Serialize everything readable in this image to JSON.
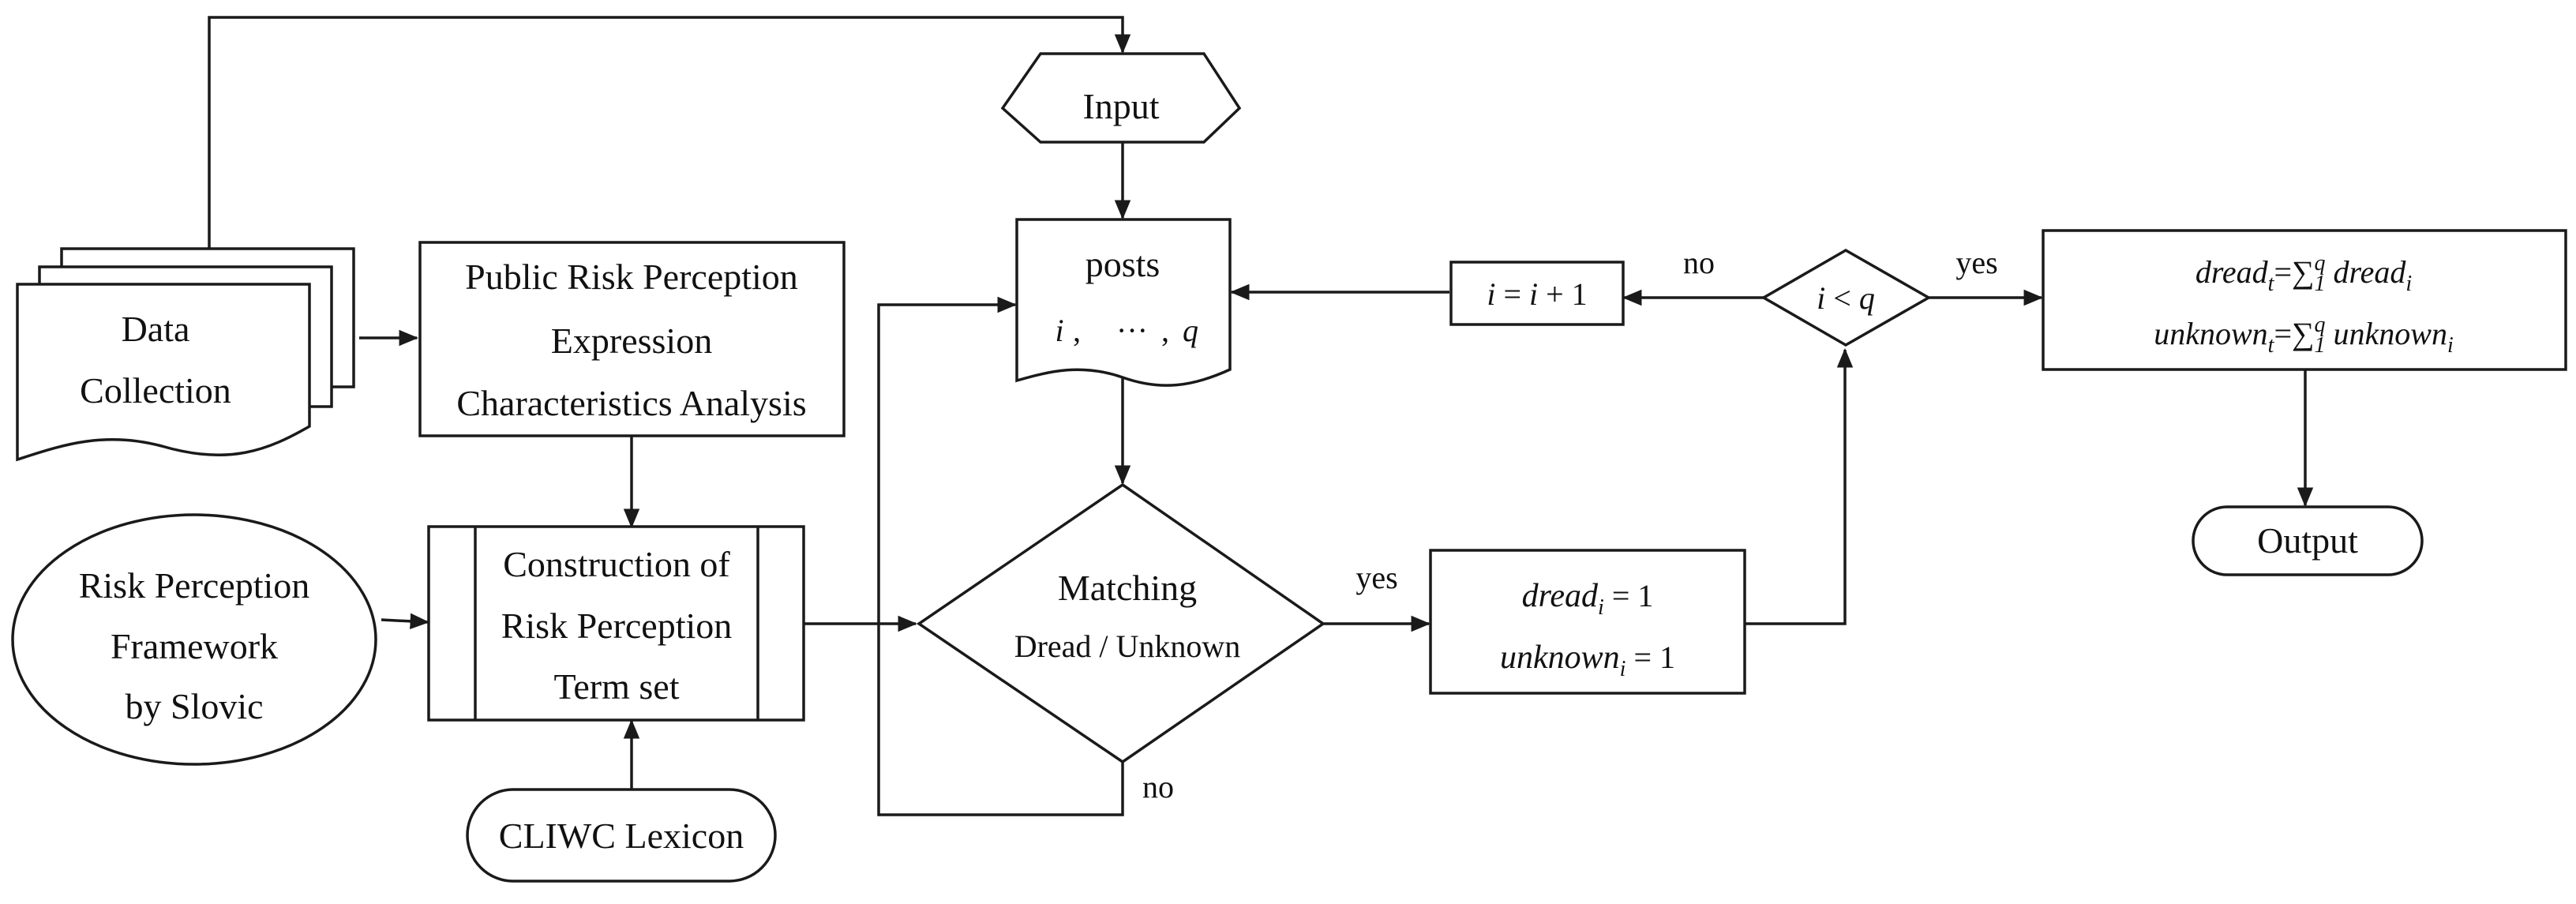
{
  "nodes": {
    "data_collection": {
      "line1": "Data",
      "line2": "Collection"
    },
    "public_risk": {
      "line1": "Public Risk Perception",
      "line2": "Expression",
      "line3": "Characteristics Analysis"
    },
    "risk_framework": {
      "line1": "Risk Perception",
      "line2": "Framework",
      "line3": "by Slovic"
    },
    "construction": {
      "line1": "Construction of",
      "line2": "Risk Perception",
      "line3": "Term set"
    },
    "cliwc": {
      "label": "CLIWC Lexicon"
    },
    "input": {
      "label": "Input"
    },
    "posts": {
      "label": "posts",
      "i": "i",
      "sep1": ",",
      "dots": "···",
      "sep2": ",",
      "q": "q"
    },
    "matching": {
      "line1": "Matching",
      "line2": "Dread / Unknown"
    },
    "assign": {
      "dread_var": "dread",
      "dread_sub": "i",
      "dread_rhs": " = 1",
      "unknown_var": "unknown",
      "unknown_sub": "i",
      "unknown_rhs": " = 1"
    },
    "increment": {
      "lhs": "i",
      "eq": " = ",
      "rhs_var": "i",
      "rhs_rest": " + 1"
    },
    "condition": {
      "lhs": "i",
      "op": " < ",
      "rhs": "q"
    },
    "totals": {
      "dread_var": "dread",
      "dread_sub": "t",
      "dread_eq": "=∑",
      "dread_from": "1",
      "dread_to": "q",
      "dread_term": " dread",
      "dread_term_sub": "i",
      "unknown_var": "unknown",
      "unknown_sub": "t",
      "unknown_eq": "=∑",
      "unknown_from": "1",
      "unknown_to": "q",
      "unknown_term": " unknown",
      "unknown_term_sub": "i"
    },
    "output": {
      "label": "Output"
    }
  },
  "edge_labels": {
    "matching_yes": "yes",
    "matching_no": "no",
    "condition_no": "no",
    "condition_yes": "yes"
  }
}
